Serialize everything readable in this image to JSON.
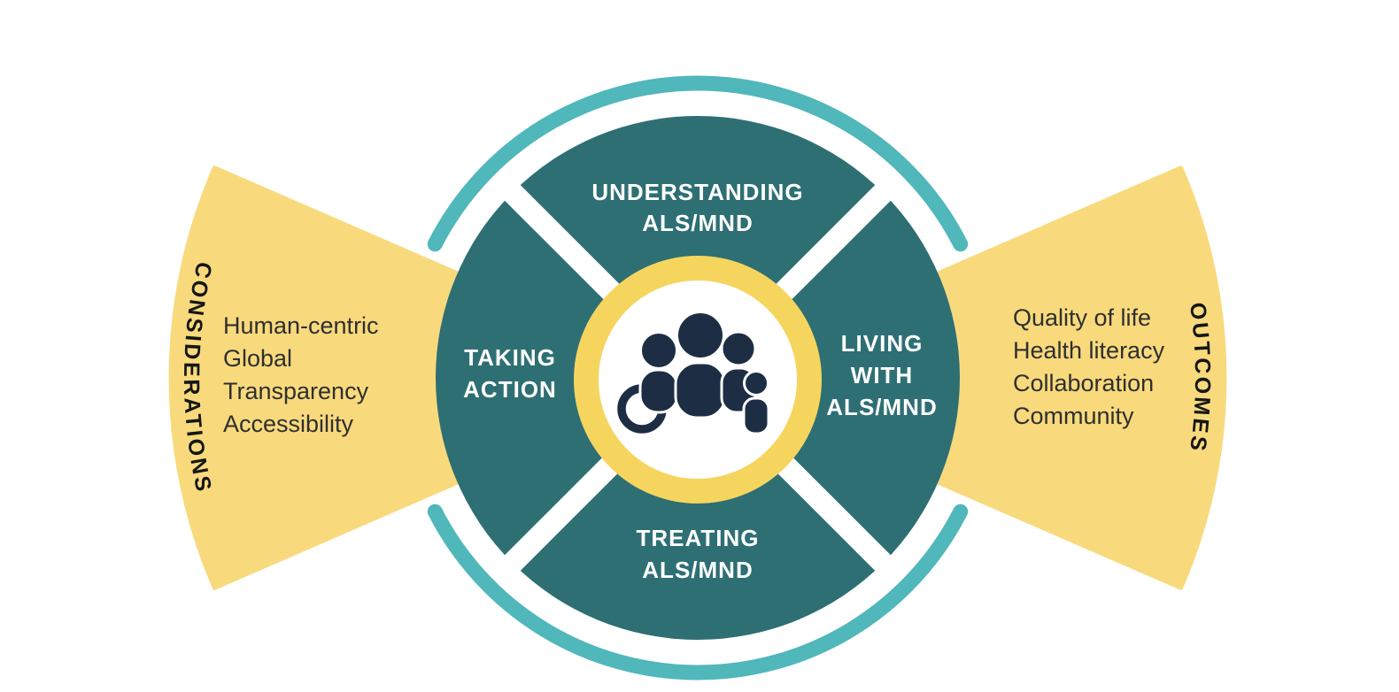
{
  "colors": {
    "teal_dark": "#2E6F74",
    "teal_light": "#50B7BB",
    "fan_yellow": "#F8DA7D",
    "center_ring_yellow": "#F6D55F",
    "icon_navy": "#1D2E44",
    "list_text": "#2F2F2F",
    "quadrant_text": "#FFFFFF",
    "background": "#FFFFFF"
  },
  "quadrants": {
    "top": {
      "line1": "UNDERSTANDING",
      "line2": "ALS/MND"
    },
    "left": {
      "line1": "TAKING",
      "line2": "ACTION"
    },
    "right": {
      "line1": "LIVING",
      "line2": "WITH",
      "line3": "ALS/MND"
    },
    "bottom": {
      "line1": "TREATING",
      "line2": "ALS/MND"
    }
  },
  "center": {
    "icon": "family-with-wheelchair-icon"
  },
  "left_fan": {
    "label": "CONSIDERATIONS",
    "items": [
      "Human-centric",
      "Global",
      "Transparency",
      "Accessibility"
    ]
  },
  "right_fan": {
    "label": "OUTCOMES",
    "items": [
      "Quality of life",
      "Health literacy",
      "Collaboration",
      "Community"
    ]
  }
}
